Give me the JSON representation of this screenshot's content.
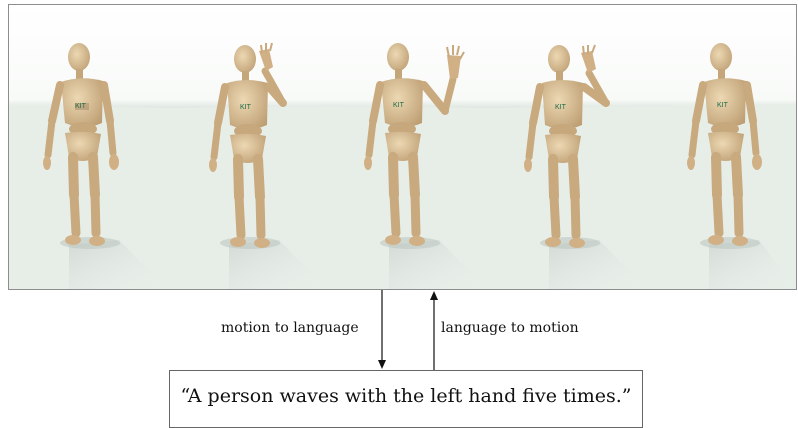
{
  "diagram": {
    "frames": [
      {
        "pose": "neutral"
      },
      {
        "pose": "wave-near-face"
      },
      {
        "pose": "wave-high"
      },
      {
        "pose": "wave-near-face"
      },
      {
        "pose": "neutral"
      }
    ],
    "logo_text": "KIT",
    "label_left": "motion to language",
    "label_right": "language to motion",
    "caption": "“A person waves with the left hand five times.”"
  }
}
